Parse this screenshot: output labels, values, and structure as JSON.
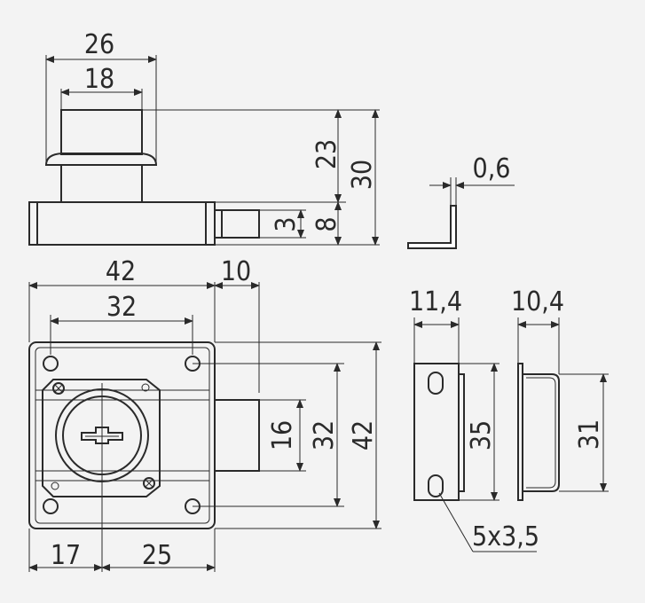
{
  "dimensions": {
    "top_width_outer": "26",
    "top_width_inner": "18",
    "top_height_23": "23",
    "top_height_30": "30",
    "bolt_3": "3",
    "bolt_8": "8",
    "sheet_thickness": "0,6",
    "body_width": "42",
    "bolt_extension": "10",
    "hole_spacing_h": "32",
    "bolt_height": "16",
    "hole_spacing_v": "32",
    "body_height": "42",
    "axis_offset_left": "17",
    "axis_offset_right": "25",
    "strike_width": "11,4",
    "strike_height": "35",
    "strike_slot": "5x3,5",
    "keeper_width": "10,4",
    "keeper_height": "31"
  },
  "colors": {
    "line": "#2a2a2a",
    "background": "#f3f3f3",
    "fill": "#ffffff"
  }
}
